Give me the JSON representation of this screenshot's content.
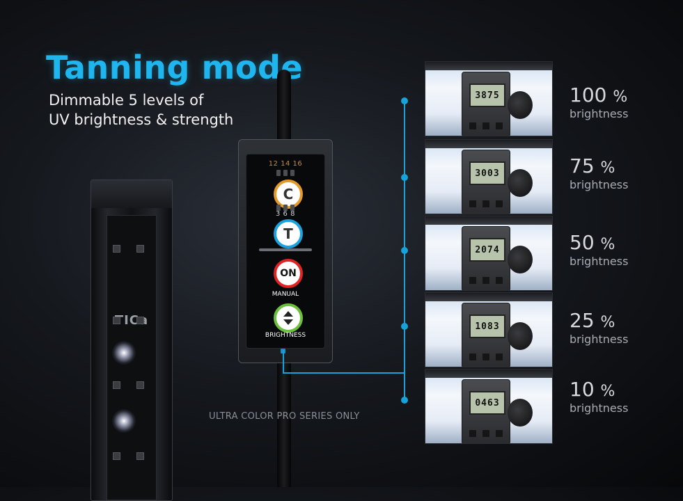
{
  "title": "Tanning mode",
  "subtitle": {
    "line1": "Dimmable 5 levels of",
    "line2": "UV brightness & strength"
  },
  "brand": "TICa",
  "controller": {
    "top_numbers": "12 14 16",
    "c_label": "C",
    "mid_numbers": "3 6 8",
    "t_label": "T",
    "on_label": "ON",
    "manual_label": "MANUAL",
    "brightness_label": "BRIGHTNESS",
    "colors": {
      "c_ring": "#e39a28",
      "t_ring": "#1aa3e0",
      "on_ring": "#e02424",
      "brightness_ring": "#6cbf3a",
      "top_numbers": "#d08a33"
    }
  },
  "footnote": "ULTRA COLOR PRO SERIES ONLY",
  "levels": [
    {
      "reading": "3875",
      "percent": "100",
      "symbol": "%",
      "label": "brightness"
    },
    {
      "reading": "3003",
      "percent": "75",
      "symbol": "%",
      "label": "brightness"
    },
    {
      "reading": "2074",
      "percent": "50",
      "symbol": "%",
      "label": "brightness"
    },
    {
      "reading": "1083",
      "percent": "25",
      "symbol": "%",
      "label": "brightness"
    },
    {
      "reading": "0463",
      "percent": "10",
      "symbol": "%",
      "label": "brightness"
    }
  ],
  "accent_color": "#17a3da",
  "title_color": "#1fb6ef"
}
